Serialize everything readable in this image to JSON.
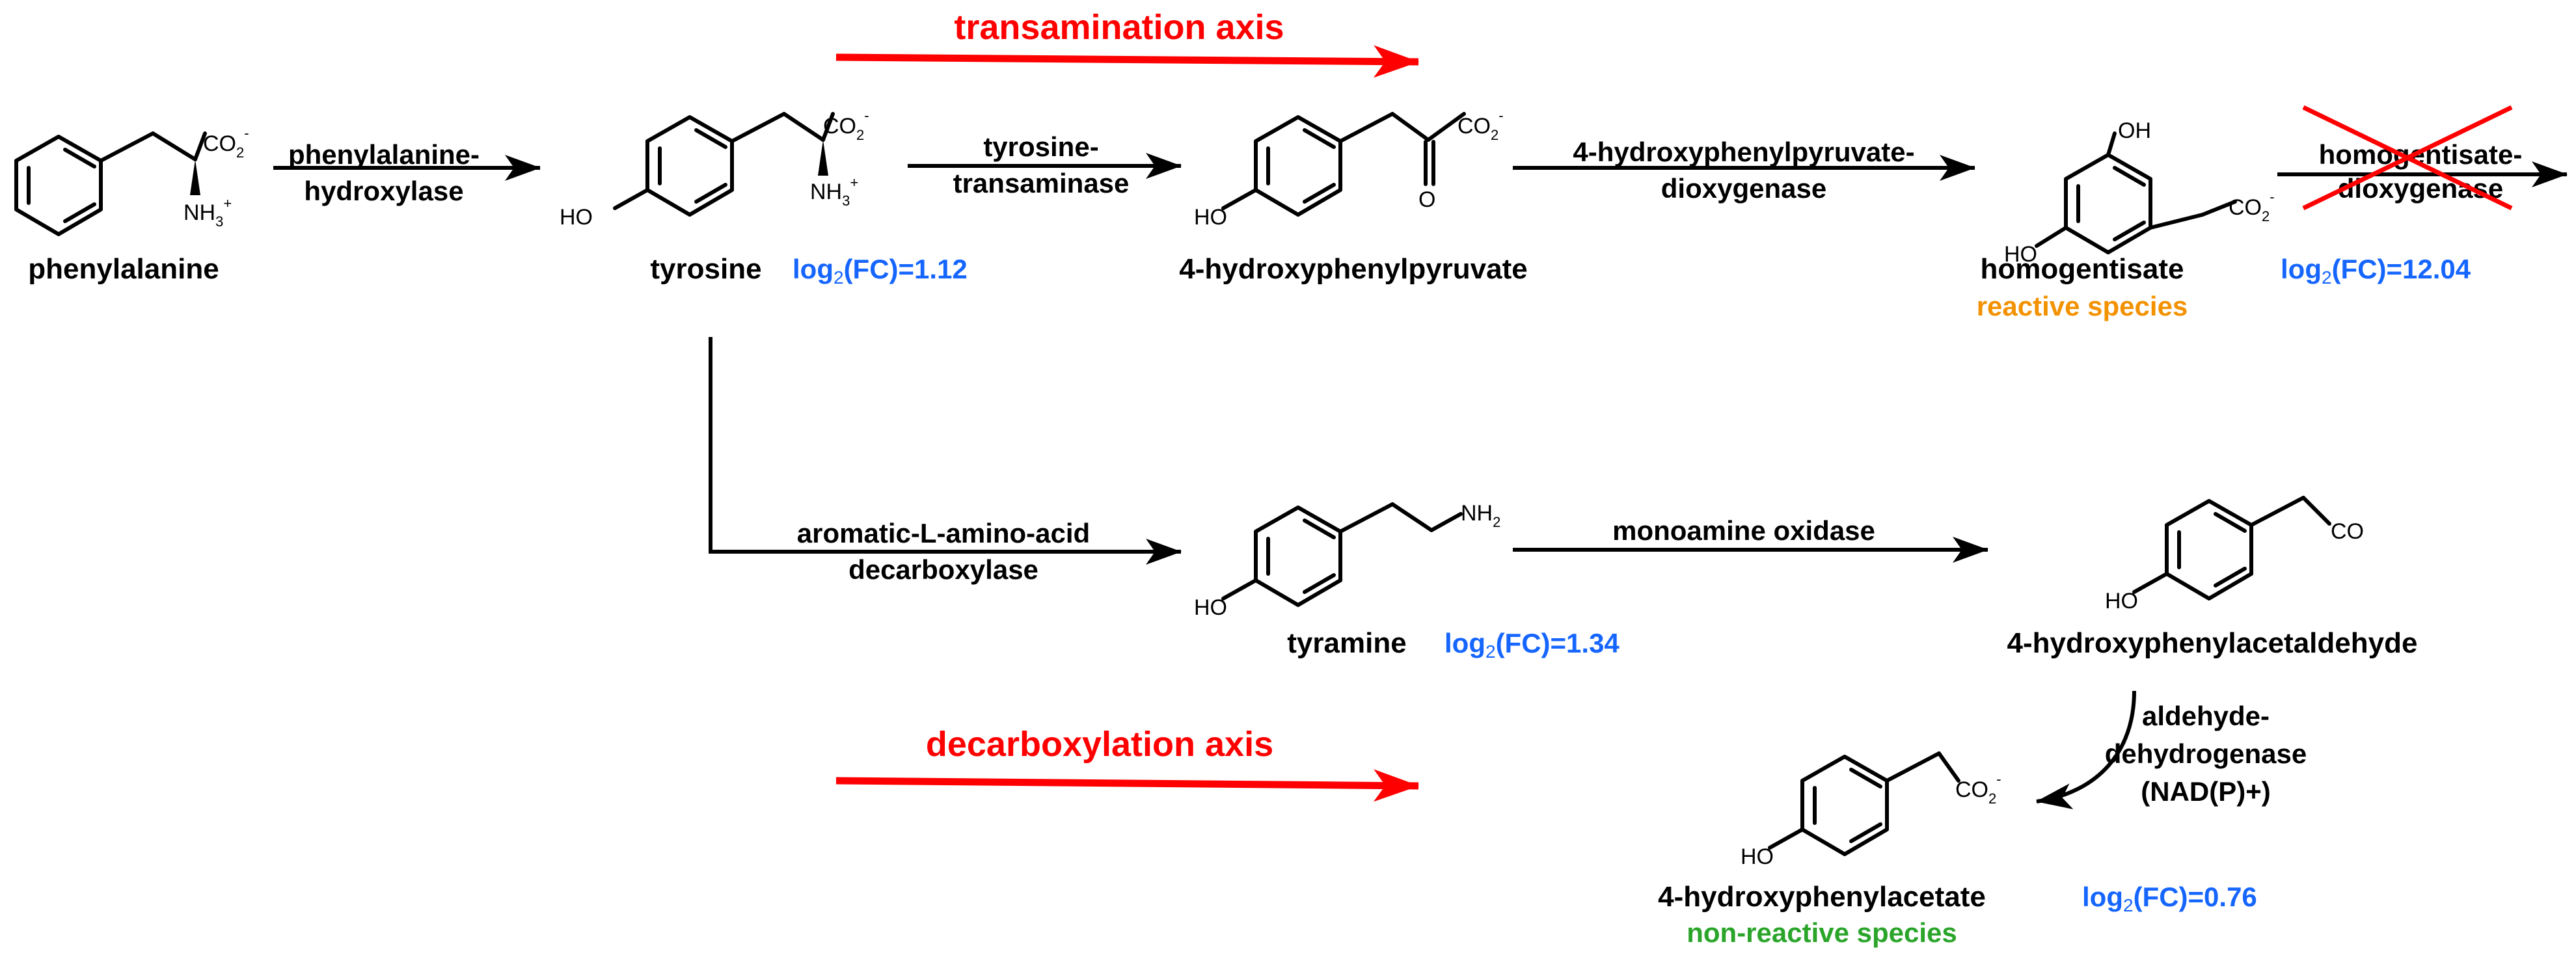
{
  "axes": {
    "transamination": "transamination axis",
    "decarboxylation": "decarboxylation axis"
  },
  "compounds": {
    "phenylalanine": "phenylalanine",
    "tyrosine": "tyrosine",
    "hydroxyphenylpyruvate": "4-hydroxyphenylpyruvate",
    "homogentisate": "homogentisate",
    "tyramine": "tyramine",
    "hydroxyphenylacetaldehyde": "4-hydroxyphenylacetaldehyde",
    "hydroxyphenylacetate": "4-hydroxyphenylacetate"
  },
  "enzymes": {
    "pah_line1": "phenylalanine-",
    "pah_line2": "hydroxylase",
    "tat_line1": "tyrosine-",
    "tat_line2": "transaminase",
    "hppd_line1": "4-hydroxyphenylpyruvate-",
    "hppd_line2": "dioxygenase",
    "hgd_line1": "homogentisate-",
    "hgd_line2": "dioxygenase",
    "aadc_line1": "aromatic-L-amino-acid",
    "aadc_line2": "decarboxylase",
    "mao": "monoamine oxidase",
    "aldh_line1": "aldehyde-",
    "aldh_line2": "dehydrogenase",
    "aldh_line3": "(NAD(P)+)"
  },
  "fold_changes": {
    "prefix": "log",
    "base": "2",
    "tyrosine": "(FC)=1.12",
    "homogentisate": "(FC)=12.04",
    "tyramine": "(FC)=1.34",
    "hydroxyphenylacetate": "(FC)=0.76"
  },
  "annotations": {
    "reactive": "reactive species",
    "non_reactive": "non-reactive species"
  },
  "atoms": {
    "co2": "CO",
    "two": "2",
    "minus": "-",
    "nh3": "NH",
    "three": "3",
    "plus": "+",
    "ho": "HO",
    "oh": "OH",
    "o": "O",
    "nh2": "NH",
    "co": "CO"
  },
  "colors": {
    "axis_arrows": "#ff0000",
    "fold_change": "#1565ff",
    "reactive": "#f39200",
    "non_reactive": "#2aa52a",
    "blocked_enzyme_cross": "#ff0000"
  }
}
